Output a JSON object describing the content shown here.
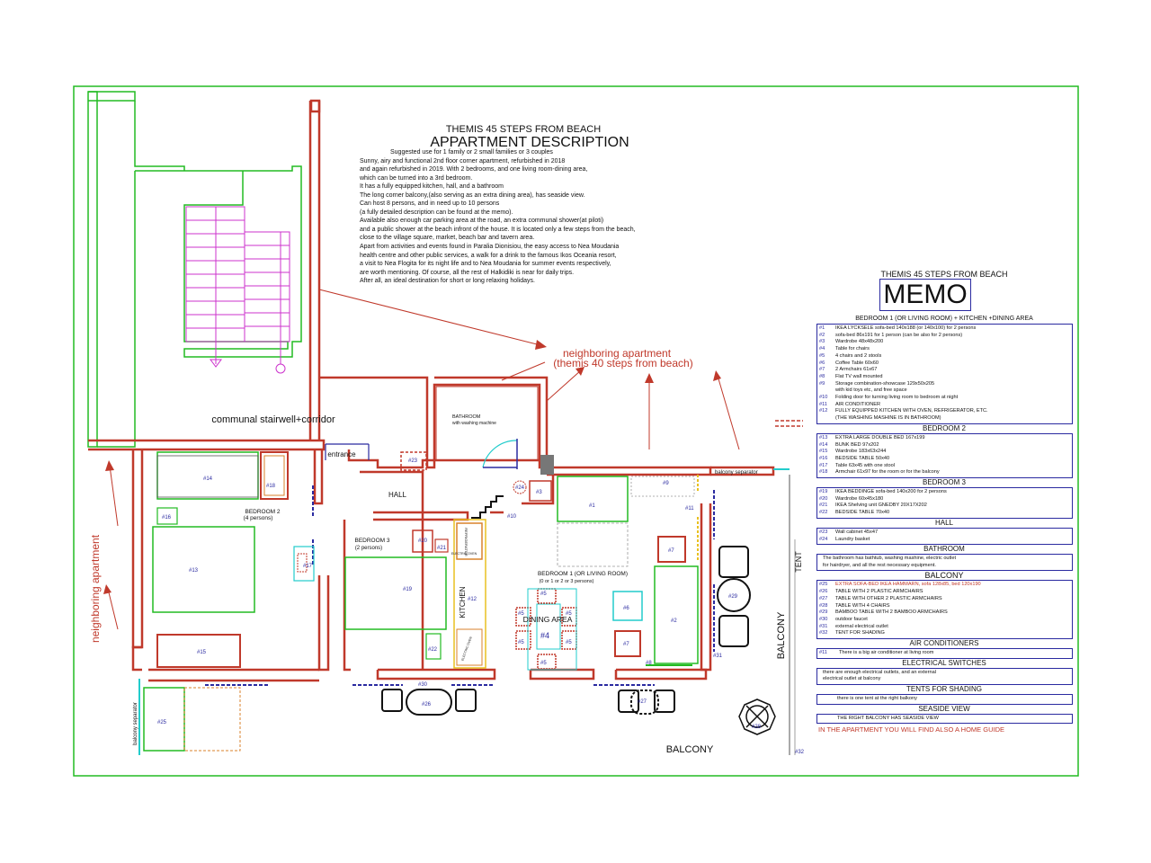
{
  "header": {
    "subtitle": "THEMIS 45 STEPS FROM BEACH",
    "title": "APPARTMENT DESCRIPTION"
  },
  "description": [
    "Suggested use for 1 family or 2 small families or 3 couples",
    "Sunny, airy and functional 2nd floor corner apartment, refurbished in 2018",
    "and again refurbished in 2019. With 2 bedrooms, and one living room-dining area,",
    "which can be turned into a 3rd bedroom.",
    "It has a fully equipped kitchen, hall, and a bathroom",
    "The long corner balcony,(also serving as an extra dining area), has seaside view.",
    "Can host 8 persons, and in need up to 10 persons",
    "(a fully detailed description can be found at the memo).",
    "Available also enough car parking area at the road, an extra communal  shower(at piloti)",
    "and a public shower at the beach infront of the house. It is located only a few steps from the beach,",
    "close to the village square, market, beach bar and tavern area.",
    " Apart from activities and events found in Paralia Dionisiou, the easy access to Nea Moudania",
    "health centre and other public services, a walk for a drink to the famous Ikos Oceania resort,",
    "a visit to  Nea Flogita  for its night life and to Nea Moudania for summer events respectively,",
    "are worth mentioning. Of course, all the rest of Halkidiki is near for daily trips.",
    "After all, an ideal destination for short or long relaxing holidays."
  ],
  "plan": {
    "communal": "communal stairwell+corridor",
    "neighbor_top_1": "neighboring apartment",
    "neighbor_top_2": "(themis 40 steps from beach)",
    "neighbor_left": "neighboring apartment",
    "entrance": "entrance",
    "hall": "HALL",
    "bathroom": "BATHROOM",
    "bathroom_sub": "with washing machine",
    "bedroom2": "BEDROOM 2",
    "bedroom2_sub": "(4 persons)",
    "bedroom3": "BEDROOM 3",
    "bedroom3_sub": "(2 persons)",
    "kitchen": "KITCHEN",
    "refrigerator": "REFRIGERATOR",
    "electric_oven": "ELECTRIC OVEN",
    "electric_oven2": "ELECTRIC OVEN",
    "bedroom1": "BEDROOM 1 (OR LIVING ROOM)",
    "bedroom1_sub": "(0 or 1 or 2 or 3 persons)",
    "dining": "DINING AREA",
    "balcony_sep_top": "balcony separator",
    "balcony_sep_bottom": "balcony separator",
    "balcony_bottom": "BALCONY",
    "balcony_right": "BALCONY",
    "tent": "TENT",
    "labels": {
      "n1": "#1",
      "n2": "#2",
      "n3": "#3",
      "n4": "#4",
      "n5": "#5",
      "n6": "#6",
      "n7": "#7",
      "n8": "#8",
      "n9": "#9",
      "n10": "#10",
      "n11": "#11",
      "n12": "#12",
      "n13": "#13",
      "n14": "#14",
      "n15": "#15",
      "n16": "#16",
      "n17": "#17",
      "n18": "#18",
      "n19": "#19",
      "n20": "#20",
      "n21": "#21",
      "n22": "#22",
      "n23": "#23",
      "n24": "#24",
      "n25": "#25",
      "n26": "#26",
      "n27": "#27",
      "n28": "#28",
      "n29": "#29",
      "n30": "#30",
      "n31": "#31",
      "n32": "#32"
    }
  },
  "memo": {
    "subtitle": "THEMIS 45 STEPS FROM BEACH",
    "title": "MEMO",
    "section1": "BEDROOM 1 (OR LIVING ROOM) + KITCHEN +DINING AREA",
    "items1": [
      {
        "n": "#1",
        "t": "IKEA LYCKSELE sofa-bed 140x188 (or 140x100) for 2 persons"
      },
      {
        "n": "#2",
        "t": "sofa-bed 86x191 for 1 person (can be also for 2 persons)"
      },
      {
        "n": "#3",
        "t": "Wardrobe 48x48x200"
      },
      {
        "n": "#4",
        "t": "Table for chairs"
      },
      {
        "n": "#5",
        "t": "4 chairs and 2 stools"
      },
      {
        "n": "#6",
        "t": "Coffee Table 60x60"
      },
      {
        "n": "#7",
        "t": "2 Armchairs 61x67"
      },
      {
        "n": "#8",
        "t": "Flat TV wall mounted"
      },
      {
        "n": "#9",
        "t": "Storage combination-showcase 129x50x205"
      },
      {
        "n": "",
        "t": "with kid toys etc, and free space"
      },
      {
        "n": "#10",
        "t": "Folding door for turning living room to bedroom at night"
      },
      {
        "n": "#11",
        "t": "AIR CONDITIONER"
      },
      {
        "n": "#12",
        "t": "FULLY EQUIPPED KITCHEN WITH OVEN, REFRIGERATOR, ETC."
      },
      {
        "n": "",
        "t": "(THE WASHING MASHINE IS IN BATHROOM)"
      }
    ],
    "section2": "BEDROOM 2",
    "items2": [
      {
        "n": "#13",
        "t": "EXTRA LARGE DOUBLE BED 167x199"
      },
      {
        "n": "#14",
        "t": "BUNK BED 97x202"
      },
      {
        "n": "#15",
        "t": "Wardrobe 183x63x244"
      },
      {
        "n": "#16",
        "t": "BEDSIDE TABLE 50x40"
      },
      {
        "n": "#17",
        "t": "Table 63x45 with one stool"
      },
      {
        "n": "#18",
        "t": "Armchair 61x97 for the room or for the balcony"
      }
    ],
    "section3": "BEDROOM 3",
    "items3": [
      {
        "n": "#19",
        "t": "IKEA BEDDINGE sofa-bed 140x200 for 2 persons"
      },
      {
        "n": "#20",
        "t": "Wardrobe 60x45x180"
      },
      {
        "n": "#21",
        "t": "IKEA Shelving unit GNEDBY 20X17X202"
      },
      {
        "n": "#22",
        "t": "BEDSIDE TABLE 70x40"
      }
    ],
    "section4": "HALL",
    "items4": [
      {
        "n": "#23",
        "t": "Wall cabinet 45x47"
      },
      {
        "n": "#24",
        "t": "Laundry basket"
      }
    ],
    "section5": "BATHROOM",
    "note5a": "The bathroom has bathtub, washing mashine, electric outlet",
    "note5b": "for hairdryer, and all the rest necessary equipment.",
    "section6": "BALCONY",
    "items6": [
      {
        "n": "#25",
        "t": "EXTRA SOFA-BED IKEA HAMMARN, sofa 128x85, bed 120x190"
      },
      {
        "n": "#26",
        "t": "TABLE WITH 2 PLASTIC ARMCHAIRS"
      },
      {
        "n": "#27",
        "t": "TABLE WITH OTHER 2 PLASTIC ARMCHAIRS"
      },
      {
        "n": "#28",
        "t": "TABLE WITH 4 CHAIRS"
      },
      {
        "n": "#29",
        "t": "BAMBOO TABLE WITH 2 BAMBOO ARMCHAIRS"
      },
      {
        "n": "#30",
        "t": "outdoor faucet"
      },
      {
        "n": "#31",
        "t": "external electrical outlet"
      },
      {
        "n": "#32",
        "t": "TENT FOR SHADING"
      }
    ],
    "section7": "AIR CONDITIONERS",
    "items7": [
      {
        "n": "#11",
        "t": "There is a big air conditioner at living room"
      }
    ],
    "section8": "ELECTRICAL SWITCHES",
    "note8a": "there are enough electrical outlets, and an external",
    "note8b": "electrical outlet at balcony",
    "section9": "TENTS FOR SHADING",
    "note9": "there is one tent at the right balkony",
    "section10": "SEASIDE VIEW",
    "note10": "THE RIGHT BALCONY HAS SEASIDE VIEW",
    "footer": "IN THE APARTMENT YOU WILL FIND ALSO A HOME GUIDE"
  },
  "colors": {
    "wall": "#c0392b",
    "green": "#22bb22",
    "blue": "#2a2aa0",
    "magenta": "#cc33cc",
    "cyan": "#22cccc",
    "orange": "#d9822b",
    "yellow": "#e8c020"
  }
}
